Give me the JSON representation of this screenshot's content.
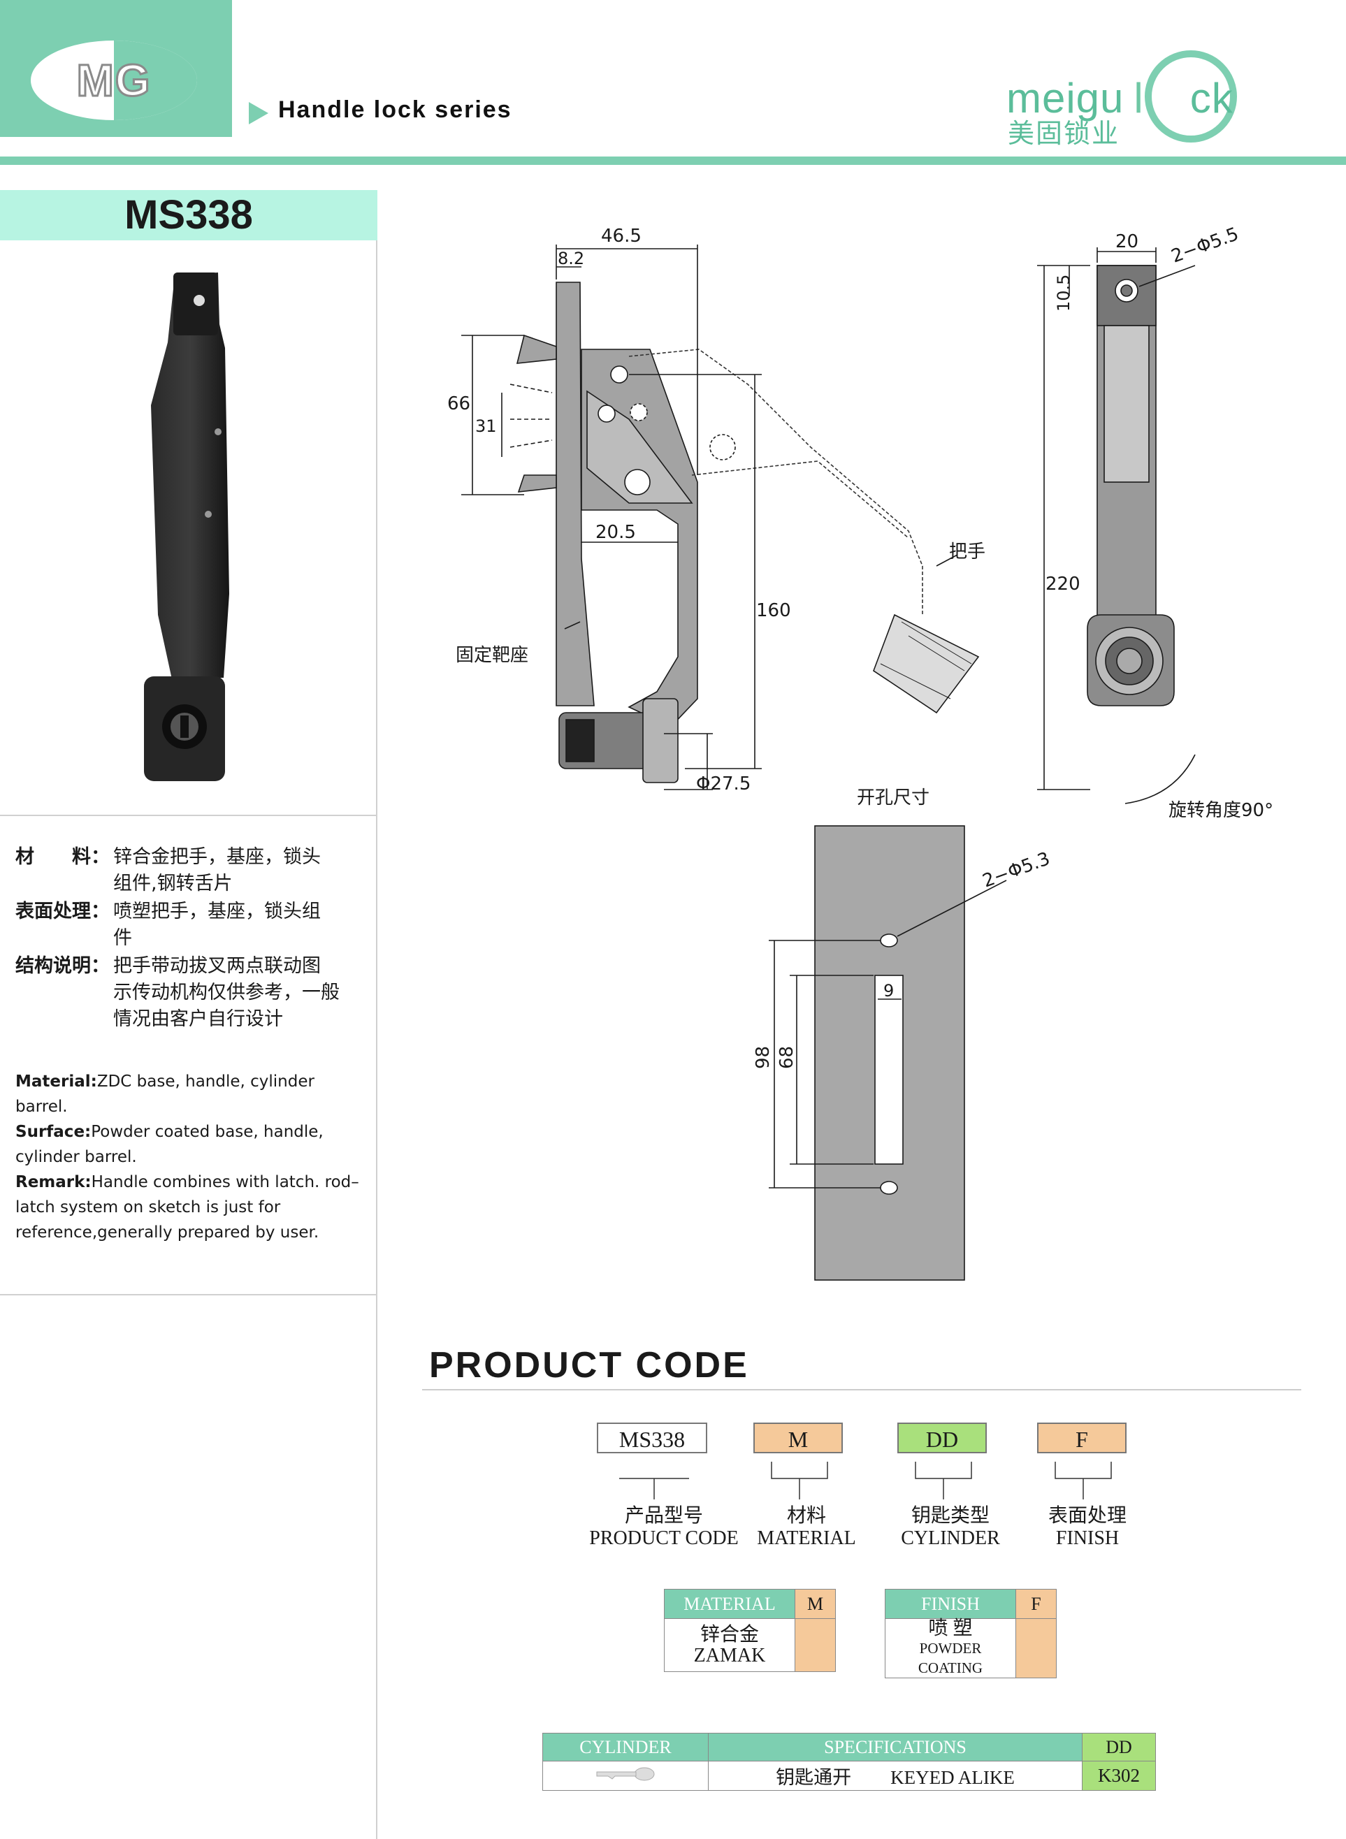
{
  "header": {
    "logo_text_left": "M",
    "logo_text_right": "G",
    "series_label": "Handle lock series",
    "brand_en_a": "meigu",
    "brand_en_b": "l",
    "brand_en_c": "ck",
    "brand_cn": "美固锁业"
  },
  "model": "MS338",
  "specs_cn": [
    {
      "label": "材　　料：",
      "text_1": "锌合金把手，基座，锁头",
      "text_2": "组件,钢转舌片",
      "text_3": ""
    },
    {
      "label": "表面处理：",
      "text_1": "喷塑把手，基座，锁头组",
      "text_2": "件",
      "text_3": ""
    },
    {
      "label": "结构说明：",
      "text_1": "把手带动拔叉两点联动图",
      "text_2": "示传动机构仅供参考，一般",
      "text_3": "情况由客户自行设计"
    }
  ],
  "specs_en": {
    "material_label": "Material:",
    "material_text": "ZDC base, handle, cylinder barrel.",
    "surface_label": "Surface:",
    "surface_text": "Powder coated base, handle, cylinder barrel.",
    "remark_label": "Remark:",
    "remark_text": "Handle combines with latch. rod–latch system on sketch is just for reference,generally prepared by user."
  },
  "drawing": {
    "dim_46_5": "46.5",
    "dim_8_2": "8.2",
    "dim_66": "66",
    "dim_31": "31",
    "dim_20_5": "20.5",
    "dim_160": "160",
    "dim_phi27_5": "Φ27.5",
    "label_handle": "把手",
    "label_base": "固定靶座",
    "dim_20": "20",
    "dim_2phi5_5": "2−Φ5.5",
    "dim_10_5": "10.5",
    "dim_220": "220",
    "label_rotation": "旋转角度90°",
    "label_cutout": "开孔尺寸",
    "dim_2phi5_3": "2−Φ5.3",
    "dim_9": "9",
    "dim_98": "98",
    "dim_68": "68"
  },
  "product_code": {
    "title": "PRODUCT CODE",
    "boxes": [
      {
        "code": "MS338",
        "cn": "产品型号",
        "en": "PRODUCT CODE",
        "color": "#ffffff"
      },
      {
        "code": "M",
        "cn": "材料",
        "en": "MATERIAL",
        "color": "#f5c99a"
      },
      {
        "code": "DD",
        "cn": "钥匙类型",
        "en": "CYLINDER",
        "color": "#a9e07c"
      },
      {
        "code": "F",
        "cn": "表面处理",
        "en": "FINISH",
        "color": "#f5c99a"
      }
    ],
    "material_table": {
      "header": "MATERIAL",
      "code": "M",
      "value_cn": "锌合金",
      "value_en": "ZAMAK"
    },
    "finish_table": {
      "header": "FINISH",
      "code": "F",
      "value_cn": "喷 塑",
      "value_en": "POWDER COATING"
    },
    "cylinder_table": {
      "h1": "CYLINDER",
      "h2": "SPECIFICATIONS",
      "h3": "DD",
      "spec_cn": "钥匙通开",
      "spec_en": "KEYED ALIKE",
      "code": "K302"
    }
  },
  "colors": {
    "accent": "#7dcfb1",
    "model_bar": "#b7f4e2",
    "orange": "#f5c99a",
    "lime": "#a9e07c",
    "drawing_gray": "#9a9a9a"
  }
}
